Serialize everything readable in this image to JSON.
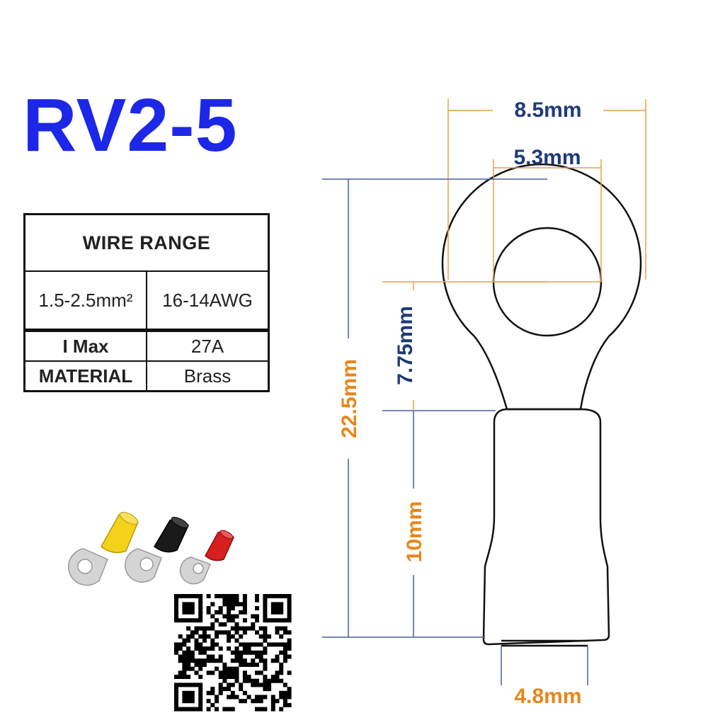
{
  "title": "RV2-5",
  "table": {
    "header": "WIRE RANGE",
    "rows": [
      {
        "c1": "1.5-2.5mm²",
        "c2": "16-14AWG"
      },
      {
        "c1": "I Max",
        "c2": "27A"
      },
      {
        "c1": "MATERIAL",
        "c2": "Brass"
      }
    ]
  },
  "dimensions": {
    "outer_diameter": "8.5mm",
    "hole_diameter": "5.3mm",
    "total_length": "22.5mm",
    "ring_center_to_sleeve": "7.75mm",
    "sleeve_length": "10mm",
    "barrel_inner_diameter": "4.8mm"
  },
  "colors": {
    "title": "#1d27e8",
    "dimension_text_orange": "#e8861a",
    "dimension_text_navy": "#1e3a78",
    "dimension_line_orange": "#e6a04a",
    "dimension_line_blue": "#4a5e9a",
    "terminal_yellow": "#f3d21a",
    "terminal_black": "#1a1a1a",
    "terminal_red": "#d81f1f"
  },
  "icons": [
    "ring-terminal-yellow-photo",
    "ring-terminal-black-photo",
    "ring-terminal-red-photo",
    "qr-code"
  ]
}
